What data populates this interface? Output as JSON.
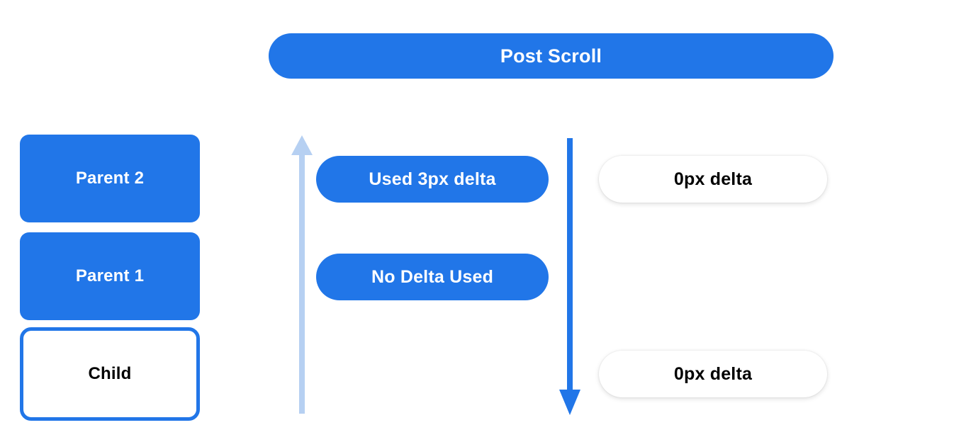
{
  "header": {
    "title": "Post Scroll"
  },
  "colors": {
    "blue": "#2176E8",
    "light_blue": "#B6D0F2",
    "white": "#FFFFFF",
    "black": "#000000"
  },
  "left_stack": {
    "boxes": [
      {
        "label": "Parent 2",
        "style": "filled"
      },
      {
        "label": "Parent 1",
        "style": "filled"
      },
      {
        "label": "Child",
        "style": "outlined"
      }
    ]
  },
  "arrows": [
    {
      "name": "scroll-chain-up-arrow",
      "direction": "up",
      "color": "#B6D0F2",
      "emphasis": "faded"
    },
    {
      "name": "scroll-chain-down-arrow",
      "direction": "down",
      "color": "#2176E8",
      "emphasis": "solid"
    }
  ],
  "middle_column": {
    "pills": [
      {
        "label": "Used 3px delta"
      },
      {
        "label": "No Delta Used"
      }
    ]
  },
  "right_column": {
    "pills": [
      {
        "label": "0px delta"
      },
      {
        "label": "0px delta"
      }
    ]
  }
}
